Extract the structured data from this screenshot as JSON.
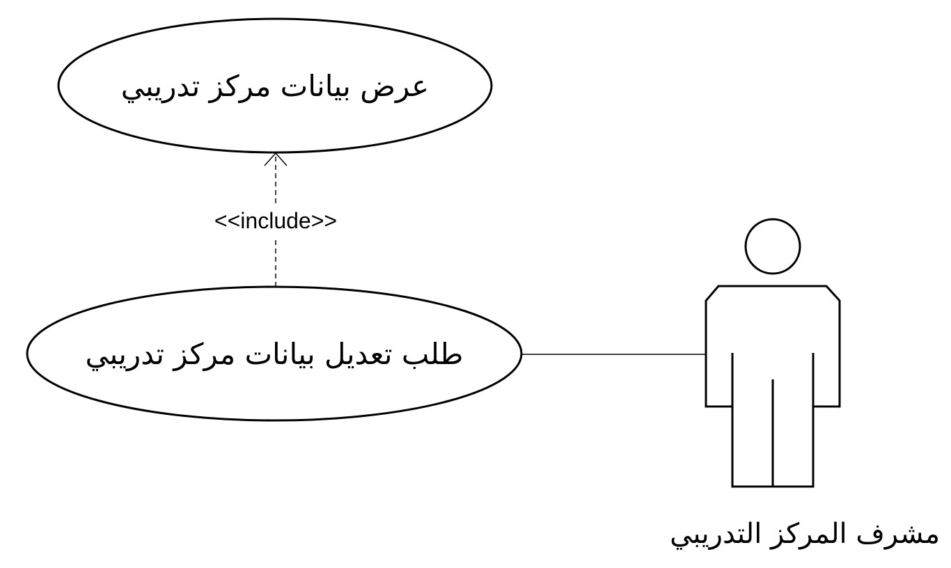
{
  "diagram": {
    "use_cases": [
      {
        "label": "عرض بيانات مركز تدريبي"
      },
      {
        "label": "طلب تعديل بيانات مركز تدريبي"
      }
    ],
    "actor": {
      "label": "مشرف المركز التدريبي"
    },
    "include_relation": {
      "label": "<<include>>"
    },
    "colors": {
      "stroke": "#000000",
      "background": "#ffffff"
    }
  }
}
